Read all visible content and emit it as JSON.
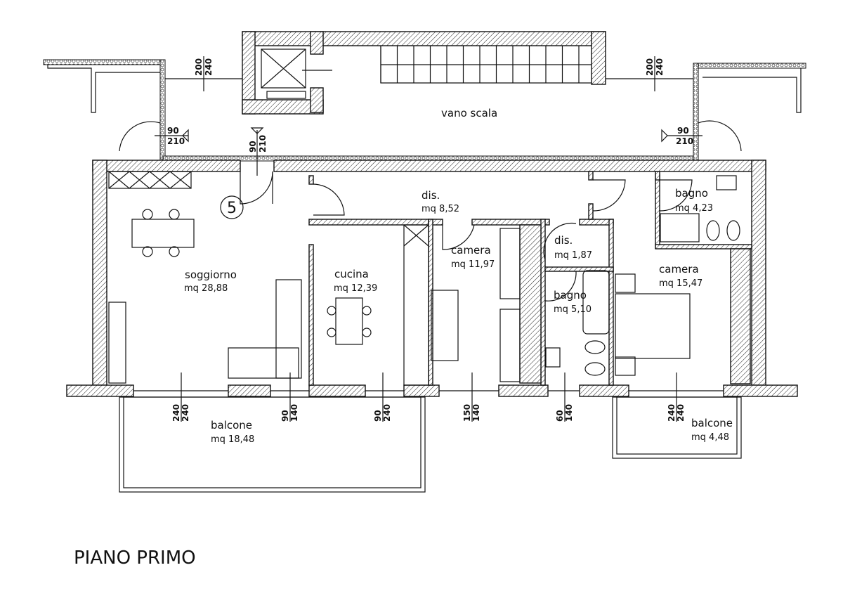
{
  "title": "PIANO PRIMO",
  "unit_number": "5",
  "rooms": {
    "vano_scala": {
      "name": "vano scala"
    },
    "soggiorno": {
      "name": "soggiorno",
      "area": "mq 28,88"
    },
    "cucina": {
      "name": "cucina",
      "area": "mq 12,39"
    },
    "dis1": {
      "name": "dis.",
      "area": "mq 8,52"
    },
    "camera1": {
      "name": "camera",
      "area": "mq 11,97"
    },
    "dis2": {
      "name": "dis.",
      "area": "mq 1,87"
    },
    "bagno1": {
      "name": "bagno",
      "area": "mq 5,10"
    },
    "bagno2": {
      "name": "bagno",
      "area": "mq 4,23"
    },
    "camera2": {
      "name": "camera",
      "area": "mq 15,47"
    },
    "balcone1": {
      "name": "balcone",
      "area": "mq 18,48"
    },
    "balcone2": {
      "name": "balcone",
      "area": "mq 4,48"
    }
  },
  "dimensions": {
    "win_top_left": [
      "200",
      "240"
    ],
    "win_top_right": [
      "200",
      "240"
    ],
    "door_left": [
      "90",
      "210"
    ],
    "door_entry": [
      "90",
      "210"
    ],
    "door_right": [
      "90",
      "210"
    ],
    "win_soggiorno": [
      "240",
      "240"
    ],
    "win_soggiorno_door": [
      "90",
      "140"
    ],
    "win_cucina": [
      "90",
      "240"
    ],
    "win_camera1": [
      "150",
      "140"
    ],
    "win_bagno": [
      "60",
      "140"
    ],
    "win_camera2": [
      "240",
      "240"
    ]
  }
}
